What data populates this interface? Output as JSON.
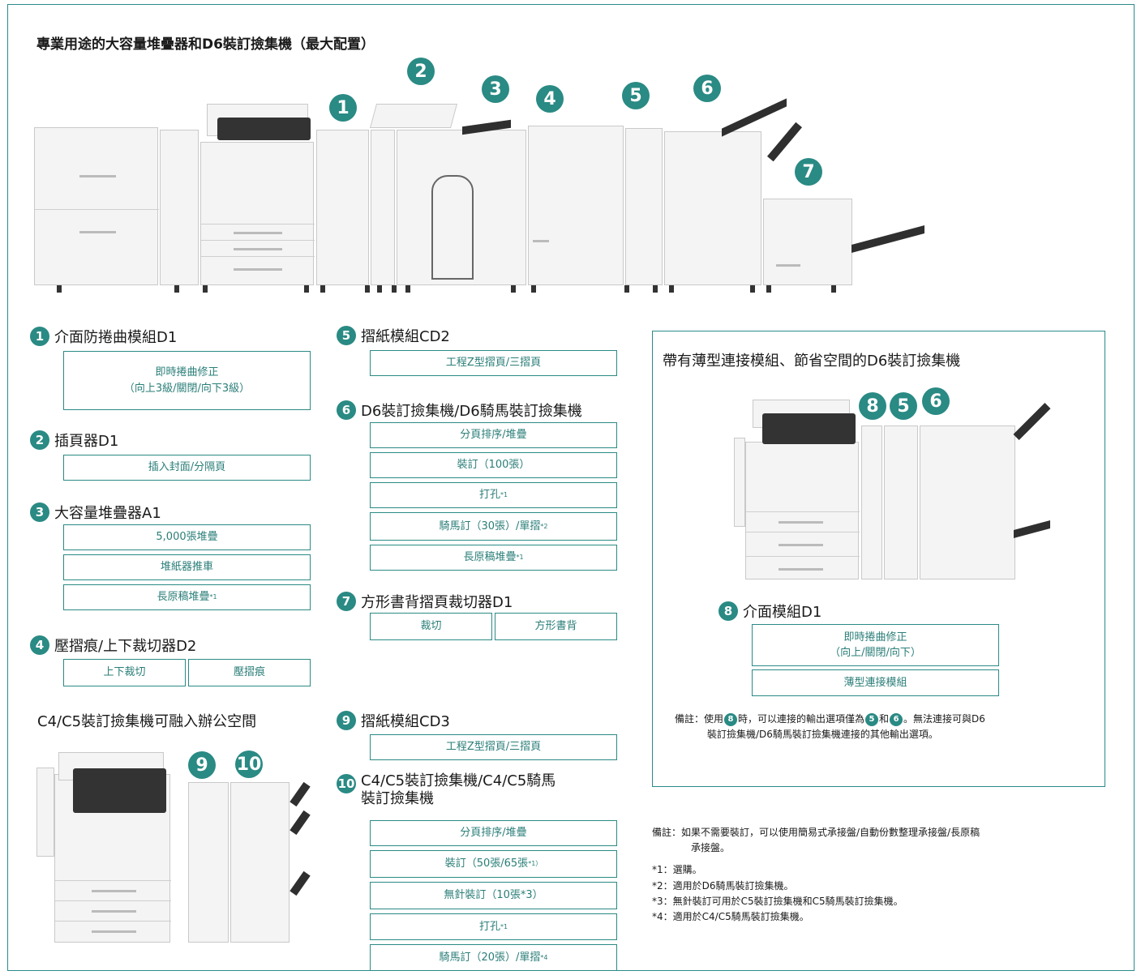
{
  "main_title": "專業用途的大容量堆疊器和D6裝訂撿集機（最大配置）",
  "badges": [
    "1",
    "2",
    "3",
    "4",
    "5",
    "6",
    "7",
    "8",
    "9",
    "10"
  ],
  "modules": {
    "m1": {
      "num": "1",
      "title": "介面防捲曲模組D1",
      "box_line1": "即時捲曲修正",
      "box_line2": "（向上3級/關閉/向下3級）"
    },
    "m2": {
      "num": "2",
      "title": "插頁器D1",
      "box": "插入封面/分隔頁"
    },
    "m3": {
      "num": "3",
      "title": "大容量堆疊器A1",
      "boxes": [
        "5,000張堆疊",
        "堆紙器推車",
        "長原稿堆疊"
      ],
      "sup": "*1"
    },
    "m4": {
      "num": "4",
      "title": "壓摺痕/上下裁切器D2",
      "box_left": "上下裁切",
      "box_right": "壓摺痕"
    },
    "m5": {
      "num": "5",
      "title": "摺紙模組CD2",
      "box": "工程Z型摺頁/三摺頁"
    },
    "m6": {
      "num": "6",
      "title": "D6裝訂撿集機/D6騎馬裝訂撿集機",
      "boxes": [
        "分頁排序/堆疊",
        "裝訂（100張）",
        "打孔",
        "騎馬訂（30張）/單摺",
        "長原稿堆疊"
      ],
      "sups": [
        "*1",
        "*2",
        "*1"
      ]
    },
    "m7": {
      "num": "7",
      "title": "方形書背摺頁裁切器D1",
      "box_left": "裁切",
      "box_right": "方形書背"
    },
    "m8": {
      "num": "8",
      "title": "介面模組D1",
      "box_line1": "即時捲曲修正",
      "box_line2": "（向上/關閉/向下）",
      "box2": "薄型連接模組"
    },
    "m9": {
      "num": "9",
      "title": "摺紙模組CD3",
      "box": "工程Z型摺頁/三摺頁"
    },
    "m10": {
      "num": "10",
      "title_line1": "C4/C5裝訂撿集機/C4/C5騎馬",
      "title_line2": "裝訂撿集機",
      "boxes": [
        "分頁排序/堆疊",
        "裝訂（50張/65張",
        "無針裝訂（10張*3）",
        "打孔",
        "騎馬訂（20張）/單摺"
      ],
      "sups": [
        "*1）",
        "*1",
        "*4"
      ]
    }
  },
  "office_title": "C4/C5裝訂撿集機可融入辦公空間",
  "panel_right": {
    "title": "帶有薄型連接模組、節省空間的D6裝訂撿集機",
    "note_prefix": "備註：使用",
    "note_mid1": "時，可以連接的輸出選項僅為",
    "note_and": "和",
    "note_end": "。無法連接可與D6",
    "note_line2": "裝訂撿集機/D6騎馬裝訂撿集機連接的其他輸出選項。"
  },
  "notes": {
    "remark_line1": "備註：如果不需要裝訂，可以使用簡易式承接盤/自動份數整理承接盤/長原稿",
    "remark_line2": "承接盤。",
    "f1": "*1：選購。",
    "f2": "*2：適用於D6騎馬裝訂撿集機。",
    "f3": "*3：無針裝訂可用於C5裝訂撿集機和C5騎馬裝訂撿集機。",
    "f4": "*4：適用於C4/C5騎馬裝訂撿集機。"
  },
  "colors": {
    "accent": "#2a8a84",
    "border": "#2a8a8a"
  }
}
